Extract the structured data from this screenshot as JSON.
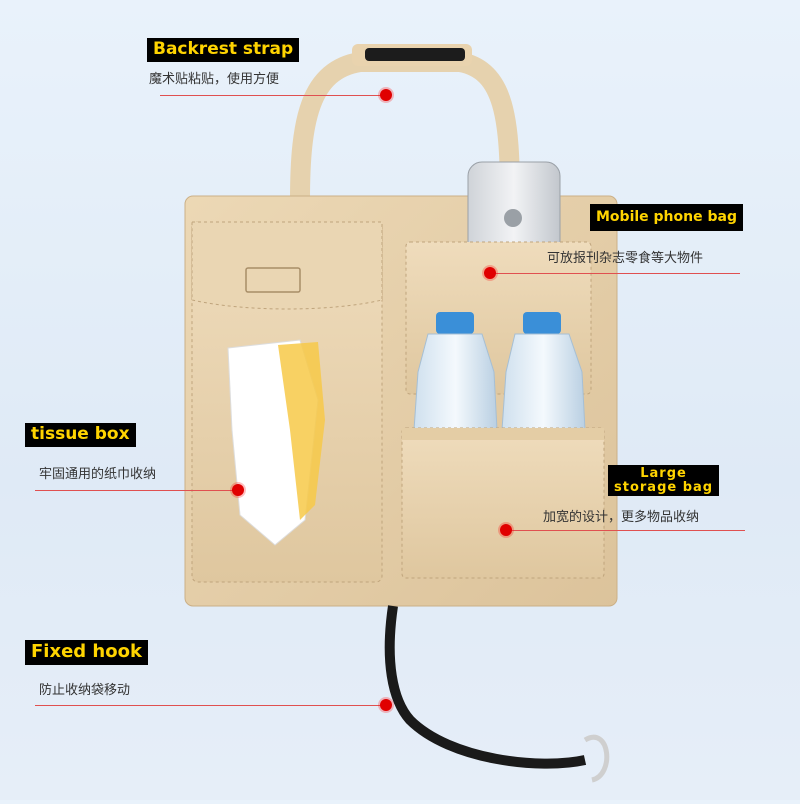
{
  "annotations": {
    "backrest": {
      "title": "Backrest strap",
      "desc": "魔术贴粘贴，使用方便"
    },
    "phone": {
      "title": "Mobile phone bag",
      "desc": "可放报刊杂志零食等大物件"
    },
    "tissue": {
      "title": "tissue box",
      "desc": "牢固通用的纸巾收纳"
    },
    "large": {
      "title_line1": "Large",
      "title_line2": "storage bag",
      "desc": "加宽的设计，更多物品收纳"
    },
    "hook": {
      "title": "Fixed hook",
      "desc": "防止收纳袋移动"
    }
  },
  "colors": {
    "felt": "#e9d3ae",
    "label_bg": "#000000",
    "label_text": "#ffd400",
    "marker": "#e00000"
  }
}
